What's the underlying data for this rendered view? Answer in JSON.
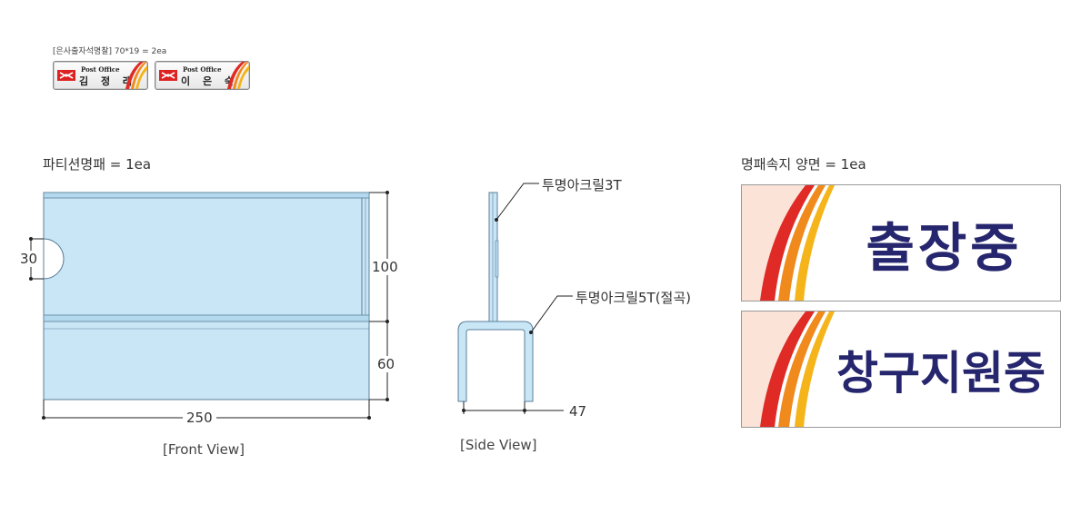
{
  "top": {
    "caption": "[은사출자석명찰] 70*19 = 2ea",
    "badges": [
      {
        "brand": "Post Office",
        "name": "김 정 래"
      },
      {
        "brand": "Post Office",
        "name": "이 은 숙"
      }
    ]
  },
  "front": {
    "title": "파티션명패 = 1ea",
    "dims": {
      "hole": "30",
      "upper": "100",
      "lower": "60",
      "width": "250"
    },
    "caption": "[Front View]"
  },
  "side": {
    "label_top": "투명아크릴3T",
    "label_bottom": "투명아크릴5T(절곡)",
    "dim_depth": "47",
    "caption": "[Side View]"
  },
  "signs": {
    "title": "명패속지 양면 = 1ea",
    "items": [
      {
        "text": "출장중"
      },
      {
        "text": "창구지원중"
      }
    ]
  },
  "colors": {
    "acrylic": "#c9e6f7",
    "acrylic_edge": "#5c7f97",
    "sign_text": "#26266e",
    "stripe_red": "#e02a25",
    "stripe_orange": "#f08a1c",
    "stripe_yellow": "#f5b41a",
    "sign_bg_tint": "#fbe3d8"
  }
}
